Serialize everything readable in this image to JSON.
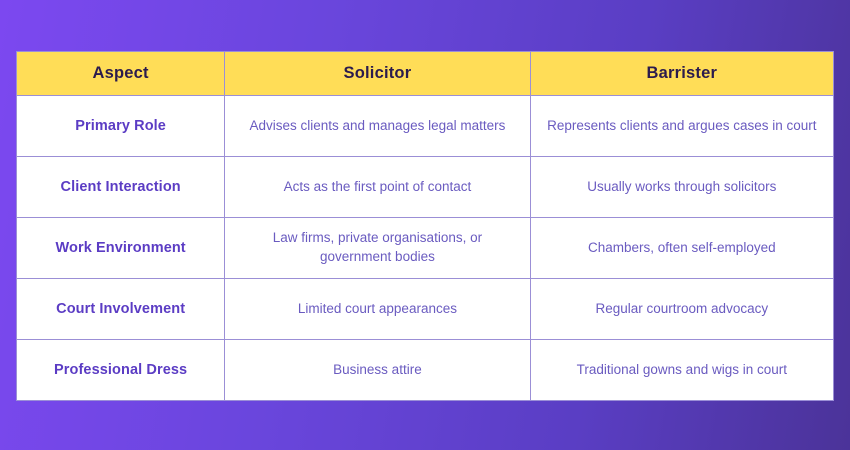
{
  "background": {
    "gradient_from": "#7c48f0",
    "gradient_to": "#4b3399"
  },
  "theme": {
    "header_bg": "#ffdd57",
    "header_text": "#2b1b4d",
    "aspect_text": "#5b3cc4",
    "value_text": "#6a5bc0",
    "border": "#9b8fd6",
    "cell_bg": "#ffffff"
  },
  "table": {
    "columns": [
      "Aspect",
      "Solicitor",
      "Barrister"
    ],
    "rows": [
      {
        "aspect": "Primary Role",
        "solicitor": "Advises clients and manages legal matters",
        "barrister": "Represents clients and argues cases in court"
      },
      {
        "aspect": "Client Interaction",
        "solicitor": "Acts as the first point of contact",
        "barrister": "Usually works through solicitors"
      },
      {
        "aspect": "Work Environment",
        "solicitor": "Law firms, private organisations, or government bodies",
        "barrister": "Chambers, often self-employed"
      },
      {
        "aspect": "Court Involvement",
        "solicitor": "Limited court appearances",
        "barrister": "Regular courtroom advocacy"
      },
      {
        "aspect": "Professional Dress",
        "solicitor": "Business attire",
        "barrister": "Traditional gowns and wigs in court"
      }
    ]
  }
}
